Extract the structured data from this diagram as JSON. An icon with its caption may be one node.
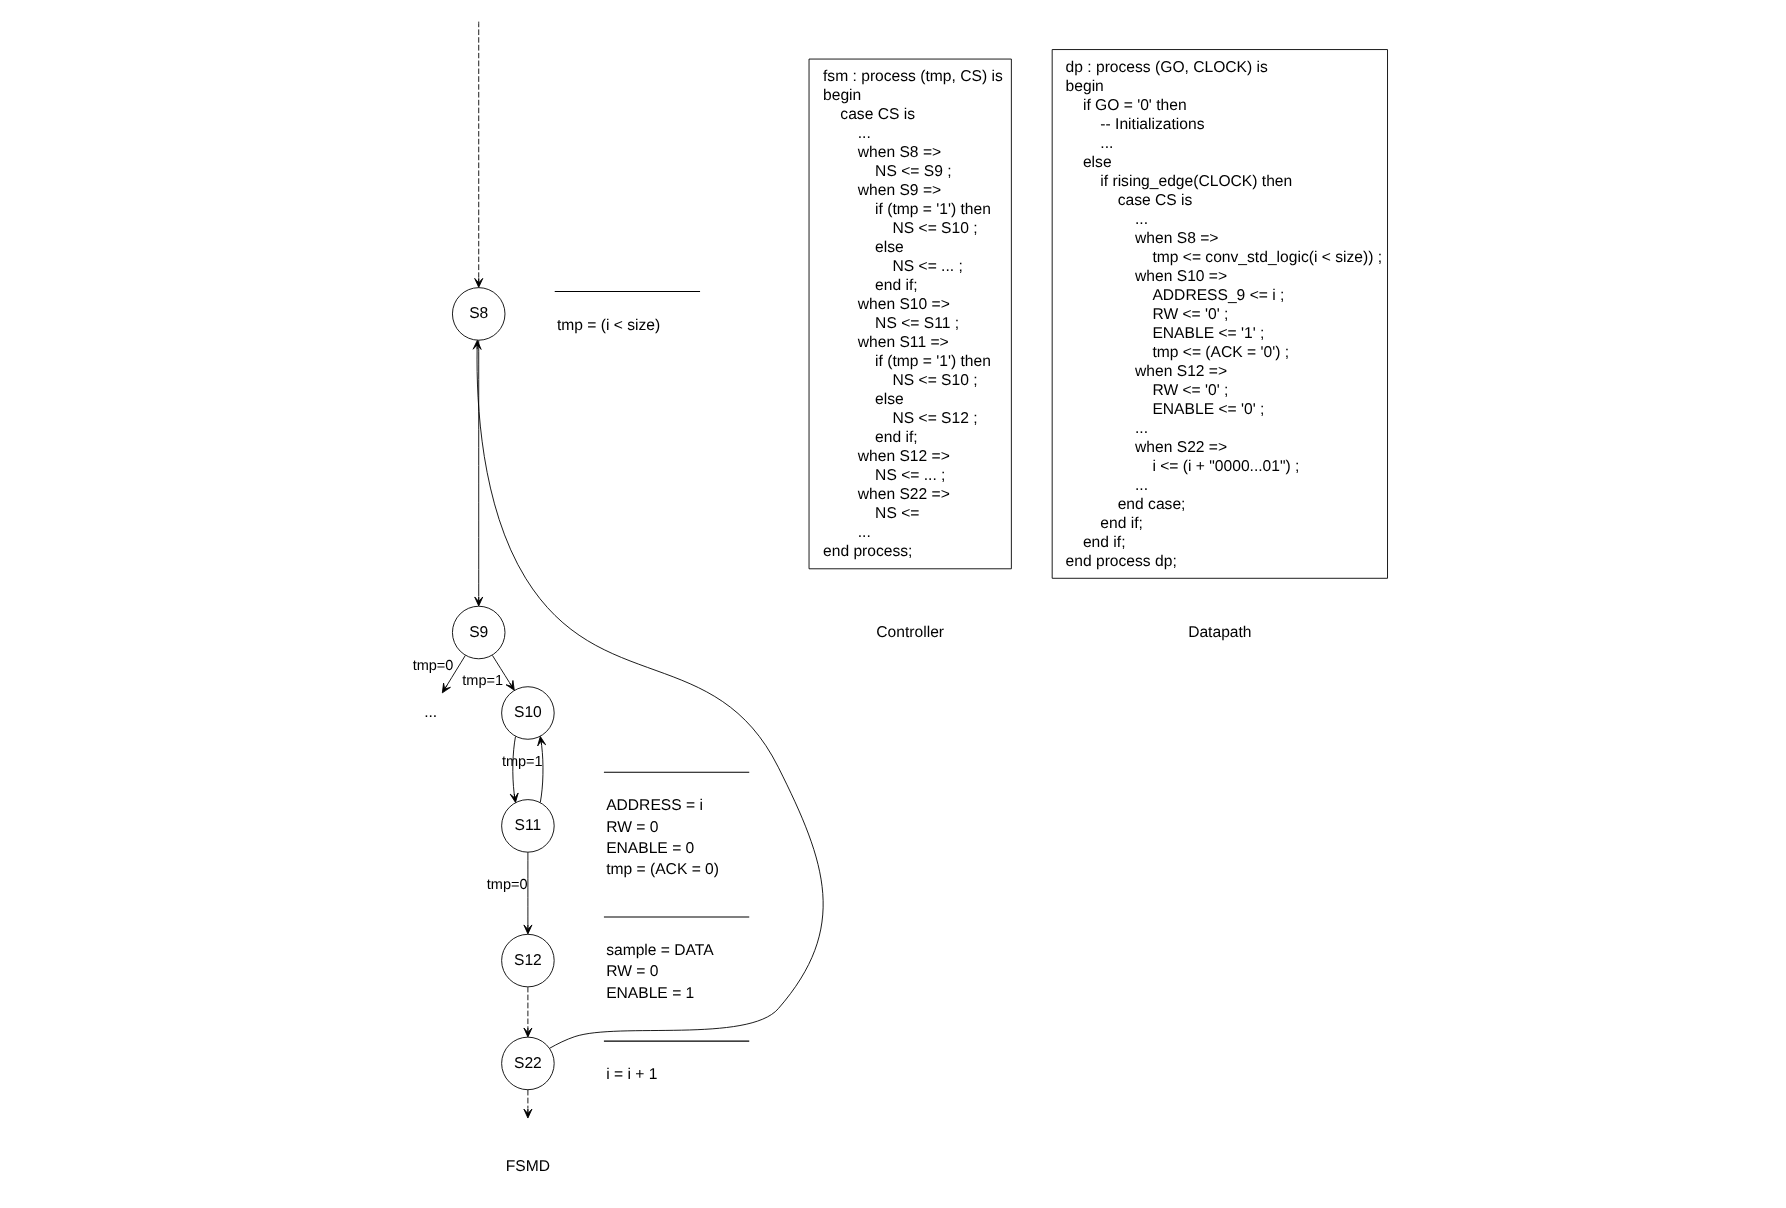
{
  "diagram": {
    "nodes": [
      {
        "text": [
          "S8"
        ],
        "beside": [
          "tmp = (i < size)"
        ]
      },
      {
        "text": [
          "S9"
        ]
      },
      {
        "text": [
          "..."
        ]
      },
      {
        "text": [
          "S10"
        ]
      },
      {
        "text": [
          "S11"
        ],
        "beside": [
          "ADDRESS = i",
          "RW = 0",
          "ENABLE = 0",
          "tmp = (ACK = 0)"
        ]
      },
      {
        "text": [
          "S12"
        ],
        "beside": [
          "sample = DATA",
          "RW = 0",
          "ENABLE = 1"
        ]
      },
      {
        "text": [
          "S22"
        ],
        "beside": [
          "i = i + 1"
        ]
      },
      {
        "text": [
          "fsm : process (tmp, CS) is",
          "begin",
          "case CS is",
          "...",
          "when S8 =>",
          "NS <= S9 ;",
          "when S9 =>",
          "if (tmp = '1') then",
          "NS <= S10 ;",
          "else",
          "NS <= ... ;",
          "end if;",
          "when S10 =>",
          "NS <= S11 ;",
          "when S11 =>",
          "if (tmp = '1') then",
          "NS <= S10 ;",
          "else",
          "NS <= S12 ;",
          "end if;",
          "when S12 =>",
          "NS <= ... ;",
          "when S22 =>",
          "NS <=",
          "...",
          "end process;"
        ],
        "beside": [
          "Controller"
        ]
      },
      {
        "text": [
          "dp : process (GO, CLOCK) is",
          "begin",
          "if GO = '0' then",
          "-- Initializations",
          "...",
          "else",
          "if rising_edge(CLOCK) then",
          "case CS is",
          "...",
          "when S8 =>",
          "tmp <= conv_std_logic(i < size)) ;",
          "when S10 =>",
          "ADDRESS_9 <= i ;",
          "RW <= '0' ;",
          "ENABLE <= '1' ;",
          "tmp <= (ACK = '0') ;",
          "when S12 =>",
          "RW <= '0' ;",
          "ENABLE <= '0' ;",
          "...",
          "when S22 =>",
          "i <= (i + \"0000...01\") ;",
          "...",
          "end case;",
          "end if;",
          "end if;",
          "end process dp;"
        ],
        "beside": [
          "Datapath"
        ]
      }
    ],
    "edges": [
      {
        "from": null,
        "to": 0,
        "arrow": "to",
        "style": "dashed"
      },
      {
        "from": 0,
        "to": 1,
        "arrow": "to"
      },
      {
        "from": 1,
        "to": 3,
        "arrow": "to",
        "label": "tmp=1"
      },
      {
        "from": 1,
        "to": 2,
        "arrow": "to",
        "label": "tmp=0"
      },
      {
        "from": 3,
        "to": 4,
        "arrow": "to"
      },
      {
        "from": 4,
        "to": 3,
        "arrow": "to",
        "label": "tmp=1"
      },
      {
        "from": 4,
        "to": 5,
        "arrow": "to",
        "label": "tmp=0"
      },
      {
        "from": 5,
        "to": 6,
        "arrow": "to",
        "style": "dashed"
      },
      {
        "from": 6,
        "to": 0,
        "arrow": "to"
      },
      {
        "from": 6,
        "to": null,
        "arrow": "to",
        "style": "dashed"
      }
    ],
    "labels": [
      "FSMD"
    ]
  }
}
